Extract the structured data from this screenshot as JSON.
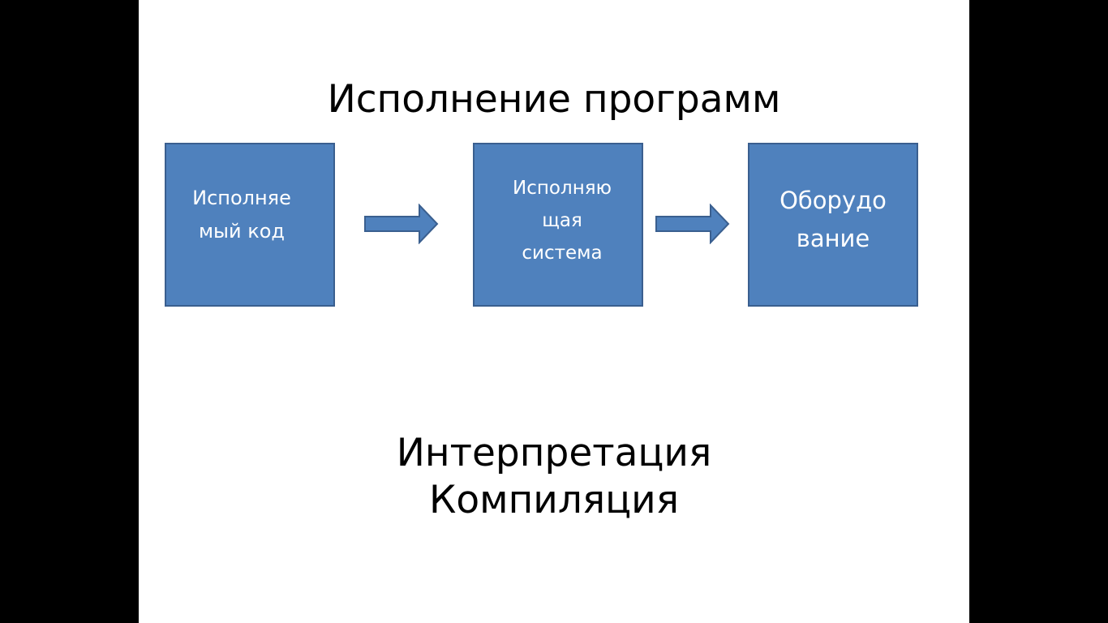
{
  "colors": {
    "background_outer": "#000000",
    "slide_background": "#ffffff",
    "box_fill": "#4f81bd",
    "box_border": "#3a5f8f",
    "text_dark": "#000000",
    "text_light": "#ffffff"
  },
  "slide": {
    "title": "Исполнение программ",
    "diagram": {
      "boxes": [
        {
          "label": "Исполняе\nмый код"
        },
        {
          "label": "Исполняю\nщая\nсистема"
        },
        {
          "label": "Оборудо\nвание"
        }
      ],
      "arrows": [
        {
          "icon": "right-arrow-icon"
        },
        {
          "icon": "right-arrow-icon"
        }
      ]
    },
    "bottom_lines": [
      "Интерпретация",
      "Компиляция"
    ]
  }
}
